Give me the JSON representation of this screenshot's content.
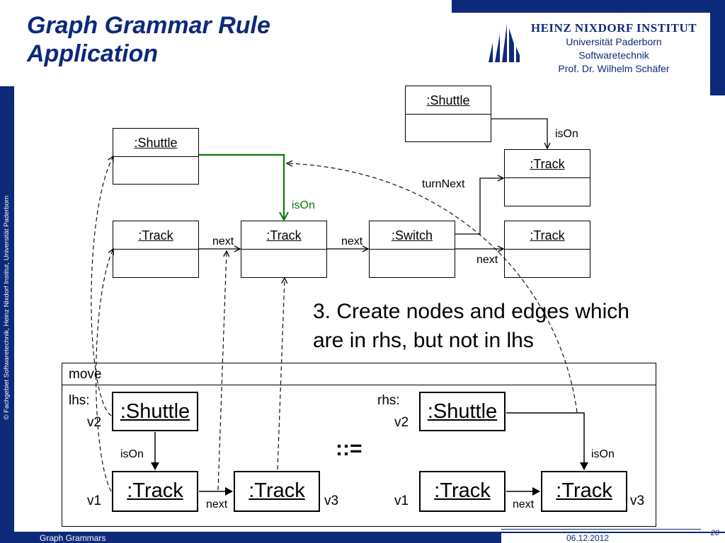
{
  "header": {
    "title_line1": "Graph Grammar Rule",
    "title_line2": "Application"
  },
  "logo": {
    "line1": "HEINZ NIXDORF INSTITUT",
    "line2": "Universität Paderborn",
    "line3": "Softwaretechnik",
    "line4": "Prof. Dr. Wilhelm Schäfer"
  },
  "sidebar": {
    "text": "© Fachgebiet Softwaretechnik, Heinz Nixdorf Institut, Universität Paderborn"
  },
  "footer": {
    "left": "Graph Grammars",
    "date": "06.12.2012",
    "page": "20"
  },
  "host_graph": {
    "shuttle_left": ":Shuttle",
    "shuttle_right": ":Shuttle",
    "track_1": ":Track",
    "track_2": ":Track",
    "switch": ":Switch",
    "track_right_bottom": ":Track",
    "track_right_top": ":Track",
    "label_next_1": "next",
    "label_next_2": "next",
    "label_next_3": "next",
    "label_ison_green": "isOn",
    "label_ison_top": "isOn",
    "label_turnnext": "turnNext"
  },
  "note": {
    "line1": "3. Create nodes and edges which",
    "line2": "are in rhs, but not in lhs"
  },
  "rule": {
    "name": "move",
    "operator": "::=",
    "lhs": {
      "label": "lhs:",
      "shuttle": ":Shuttle",
      "shuttle_var": "v2",
      "ison": "isOn",
      "track_a": ":Track",
      "track_a_var": "v1",
      "next": "next",
      "track_b": ":Track",
      "track_b_var": "v3"
    },
    "rhs": {
      "label": "rhs:",
      "shuttle": ":Shuttle",
      "shuttle_var": "v2",
      "ison": "isOn",
      "track_a": ":Track",
      "track_a_var": "v1",
      "next": "next",
      "track_b": ":Track",
      "track_b_var": "v3"
    }
  },
  "colors": {
    "brand_blue": "#0d2a7a",
    "created_edge": "#0a7a0a"
  }
}
